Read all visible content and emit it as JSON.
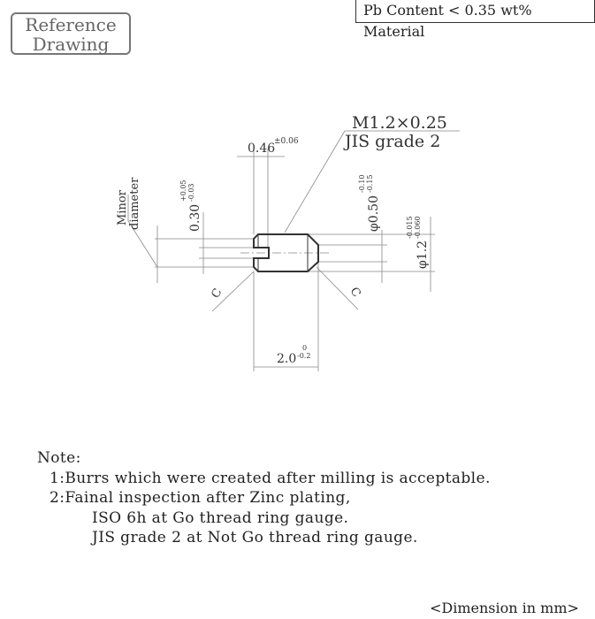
{
  "header": {
    "reference_stamp": [
      "Reference",
      "Drawing"
    ],
    "material_note": "Pb Content < 0.35 wt% Material"
  },
  "drawing": {
    "thread_spec": "M1.2×0.25",
    "thread_grade": "JIS grade 2",
    "slot_width": {
      "nominal": "0.46",
      "tol": "±0.06"
    },
    "slot_depth": {
      "nominal": "0.30",
      "tol_upper": "+0.05",
      "tol_lower": "-0.03"
    },
    "minor_diameter_label": [
      "Minor",
      "diameter"
    ],
    "tip_diameter": {
      "nominal": "φ0.50",
      "tol_upper": "-0.10",
      "tol_lower": "-0.15"
    },
    "major_diameter": {
      "nominal": "φ1.2",
      "tol_upper": "-0.015",
      "tol_lower": "-0.060"
    },
    "length": {
      "nominal": "2.0",
      "tol_upper": "0",
      "tol_lower": "-0.2"
    },
    "chamfer_label": "C"
  },
  "notes": {
    "title": "Note:",
    "lines": [
      "1:Burrs which were created after milling is acceptable.",
      "2:Fainal inspection after Zinc plating,",
      "ISO 6h at Go thread ring gauge.",
      "JIS grade 2 at Not Go thread ring gauge."
    ]
  },
  "footer": {
    "units": "<Dimension in mm>"
  }
}
